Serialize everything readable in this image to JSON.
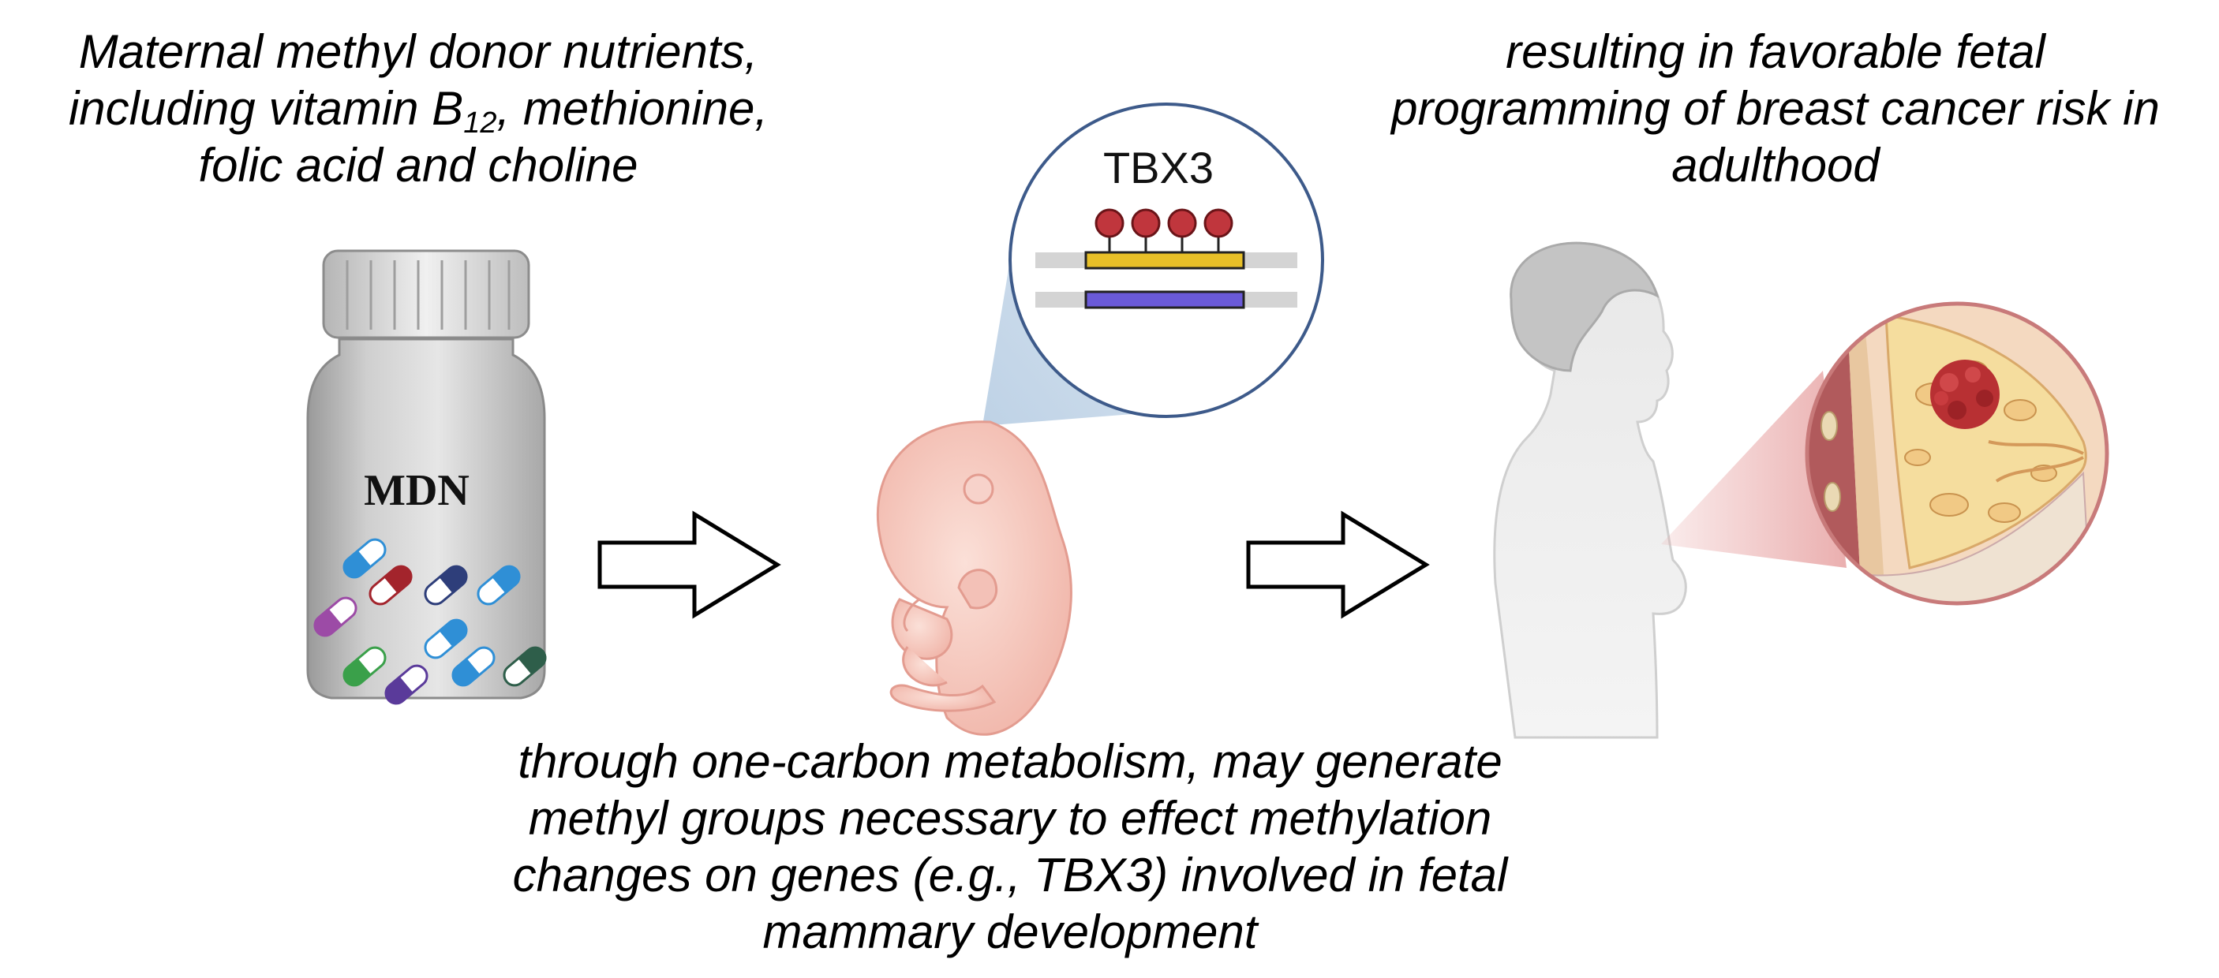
{
  "captions": {
    "left": {
      "line1": "Maternal methyl donor nutrients,",
      "line2_pre": "including vitamin B",
      "line2_sub": "12",
      "line2_post": ", methionine,",
      "line3": "folic acid and choline"
    },
    "right": {
      "line1": "resulting in favorable fetal",
      "line2": "programming of breast cancer risk in",
      "line3": "adulthood"
    },
    "bottom": {
      "line1": "through one-carbon metabolism, may generate",
      "line2": "methyl groups necessary to effect methylation",
      "line3": "changes on genes (e.g., TBX3) involved in fetal",
      "line4": "mammary development"
    }
  },
  "bottle": {
    "label": "MDN"
  },
  "gene_inset": {
    "label": "TBX3"
  },
  "colors": {
    "methyl_mark": "#c0363d",
    "gene_methylated": "#e8c028",
    "gene_unmethylated": "#6a5ad8",
    "inset_border": "#3d5a8a",
    "callout_blue": "#b7cde3",
    "callout_red": "#e8a6a6",
    "fetus_skin": "#f6c9c0",
    "tumor": "#b83033"
  }
}
